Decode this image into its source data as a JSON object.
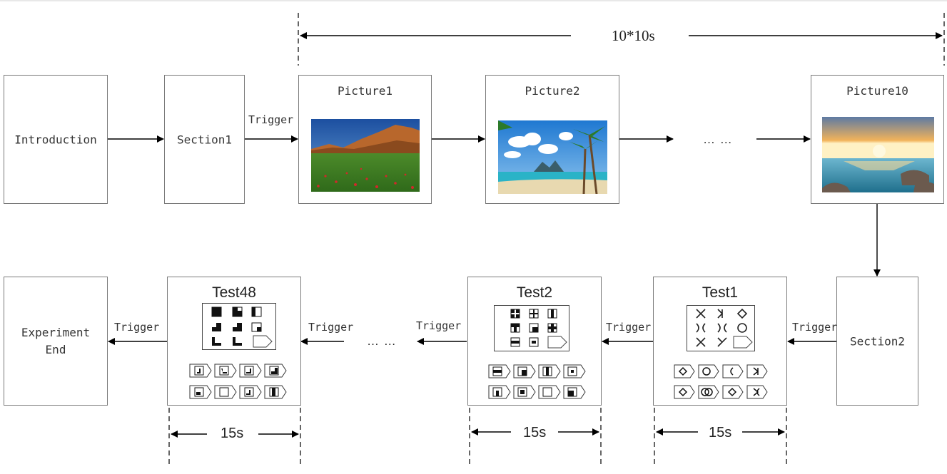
{
  "stages": {
    "introduction": "Introduction",
    "section1": "Section1",
    "picture1": "Picture1",
    "picture2": "Picture2",
    "picture10": "Picture10",
    "section2": "Section2",
    "test1": "Test1",
    "test2": "Test2",
    "test48": "Test48",
    "experiment_end_line1": "Experiment",
    "experiment_end_line2": "End"
  },
  "connectors": {
    "trigger": "Trigger",
    "ellipsis": "… …"
  },
  "durations": {
    "picture_block": "10*10s",
    "test1": "15s",
    "test2": "15s",
    "test48": "15s"
  },
  "colors": {
    "line": "#000000",
    "box_border": "#7a7a7a"
  }
}
